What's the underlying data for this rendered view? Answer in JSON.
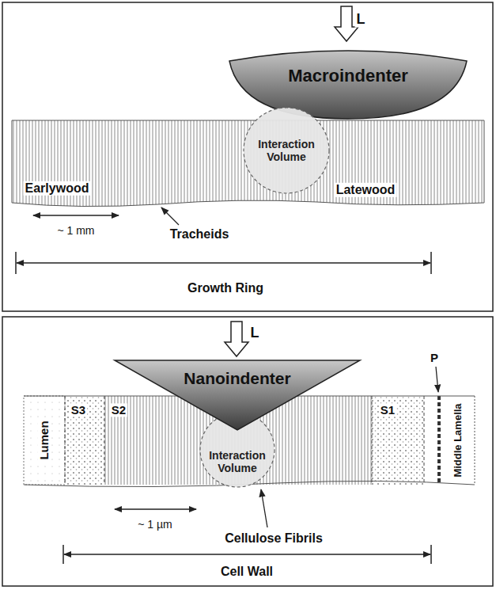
{
  "diagram": {
    "nodes": [
      {
        "text": [
          "Macroindenter"
        ]
      },
      {
        "text": [
          "Interaction Volume"
        ]
      },
      {
        "text": [
          "Nanoindenter"
        ]
      },
      {
        "text": [
          "Interaction Volume"
        ]
      }
    ],
    "labels": [
      "L",
      "~ 1 mm",
      "Earlywood",
      "Tracheids",
      "Latewood",
      "Growth Ring",
      "L",
      "Lumen",
      "S3",
      "S2",
      "S1",
      "P",
      "Middle Lamella",
      "~ 1 µm",
      "Cellulose Fibrils",
      "Cell Wall"
    ]
  }
}
